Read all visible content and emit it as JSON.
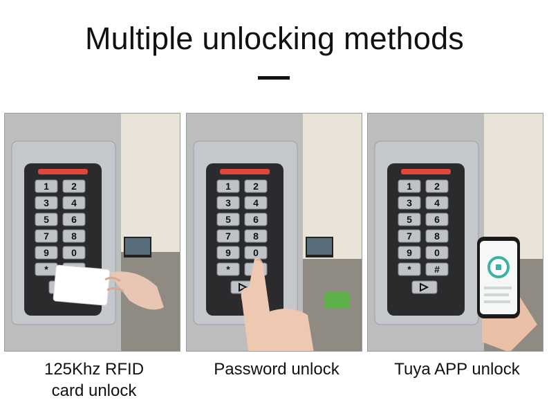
{
  "title": "Multiple unlocking methods",
  "keypad_keys": [
    "1",
    "2",
    "3",
    "4",
    "5",
    "6",
    "7",
    "8",
    "9",
    "0",
    "*",
    "#"
  ],
  "panels": [
    {
      "caption_line1": "125Khz RFID",
      "caption_line2": "card unlock"
    },
    {
      "caption_line1": "Password unlock"
    },
    {
      "caption_line1": "Tuya APP unlock"
    }
  ],
  "colors": {
    "steel": "#c4c7cb",
    "keypad_bezel": "#2b2b2d",
    "key_face": "#bfc3c8",
    "red_led": "#e0463c",
    "wall": "#bdbdbd",
    "app_accent": "#3ab3a3"
  },
  "icons": [
    "rfid-card-icon",
    "fingertip-icon",
    "smartphone-app-icon"
  ]
}
